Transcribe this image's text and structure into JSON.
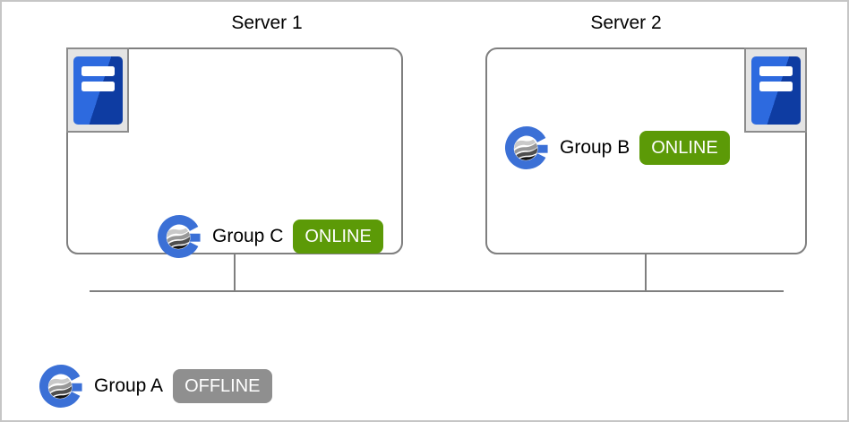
{
  "diagram": {
    "servers": [
      {
        "label": "Server 1",
        "group": {
          "name": "Group C",
          "status": "ONLINE"
        }
      },
      {
        "label": "Server 2",
        "group": {
          "name": "Group B",
          "status": "ONLINE"
        }
      }
    ],
    "standalone_group": {
      "name": "Group A",
      "status": "OFFLINE"
    },
    "status_colors": {
      "ONLINE": "#5c9a07",
      "OFFLINE": "#8f8f8f"
    },
    "icons": {
      "server": "server-tower-icon",
      "group": "group-sphere-icon"
    },
    "colors": {
      "server_icon_blue_light": "#2d6adf",
      "server_icon_blue_dark": "#0e3ca2",
      "group_icon_blue": "#3b70d6",
      "box_border": "#7f7f7f",
      "connector": "#7f7f7f",
      "icon_frame_bg": "#e4e4e4",
      "icon_frame_border": "#8c8c8c",
      "canvas_border": "#c6c6c6"
    }
  }
}
